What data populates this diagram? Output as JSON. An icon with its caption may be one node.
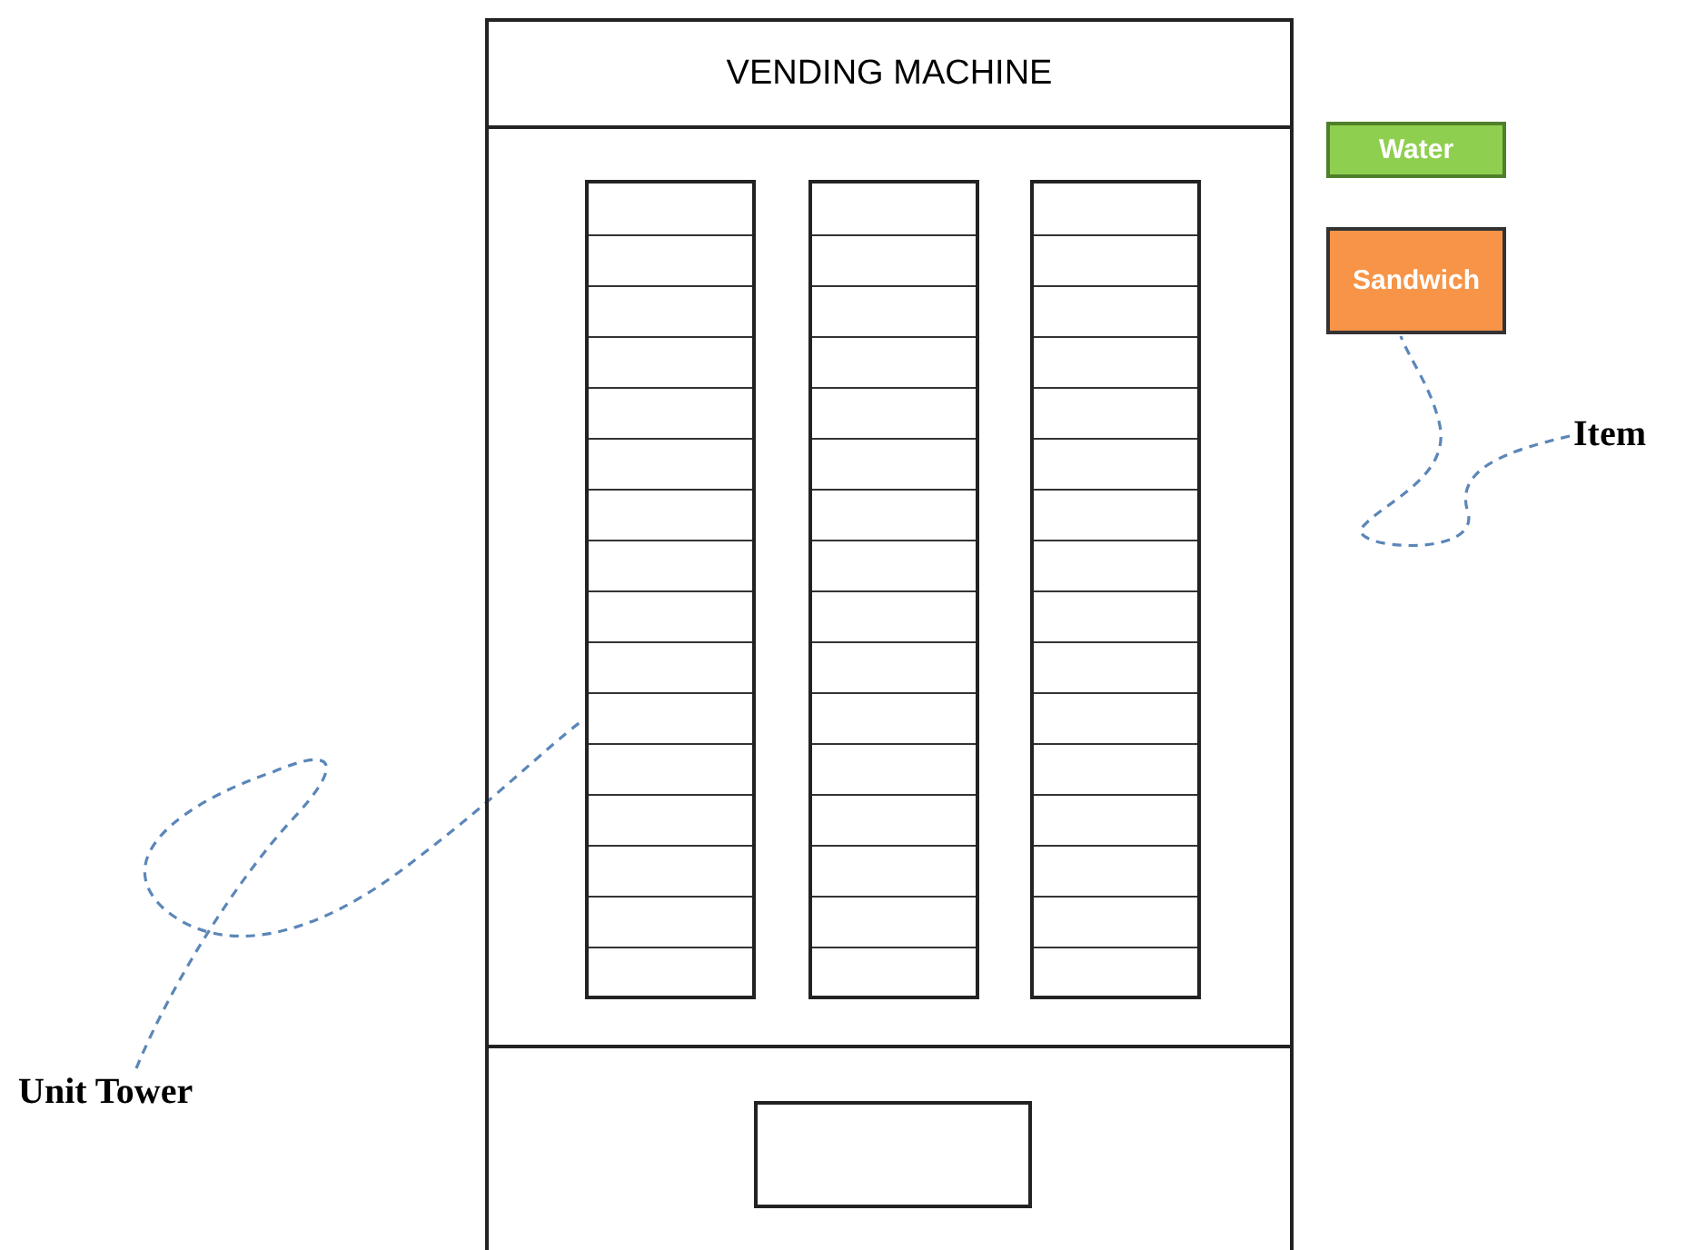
{
  "diagram": {
    "nodes": [
      {
        "text": [
          "VENDING MACHINE"
        ]
      },
      {
        "text": [],
        "shape": "box",
        "in": 0
      },
      {
        "text": [],
        "shape": "box",
        "in": 0
      },
      {
        "text": [],
        "shape": "box",
        "in": 0
      },
      {
        "text": [],
        "shape": "box",
        "in": 0
      },
      {
        "text": [
          "Water"
        ]
      },
      {
        "text": [
          "Sandwich"
        ]
      },
      {
        "text": [
          "Item"
        ]
      },
      {
        "text": [
          "Unit Tower"
        ]
      }
    ],
    "edges": [
      {
        "from": 7,
        "to": 6,
        "arrow": "none",
        "style": "dashed"
      },
      {
        "from": 8,
        "to": 1,
        "arrow": "none",
        "style": "dashed"
      }
    ]
  }
}
